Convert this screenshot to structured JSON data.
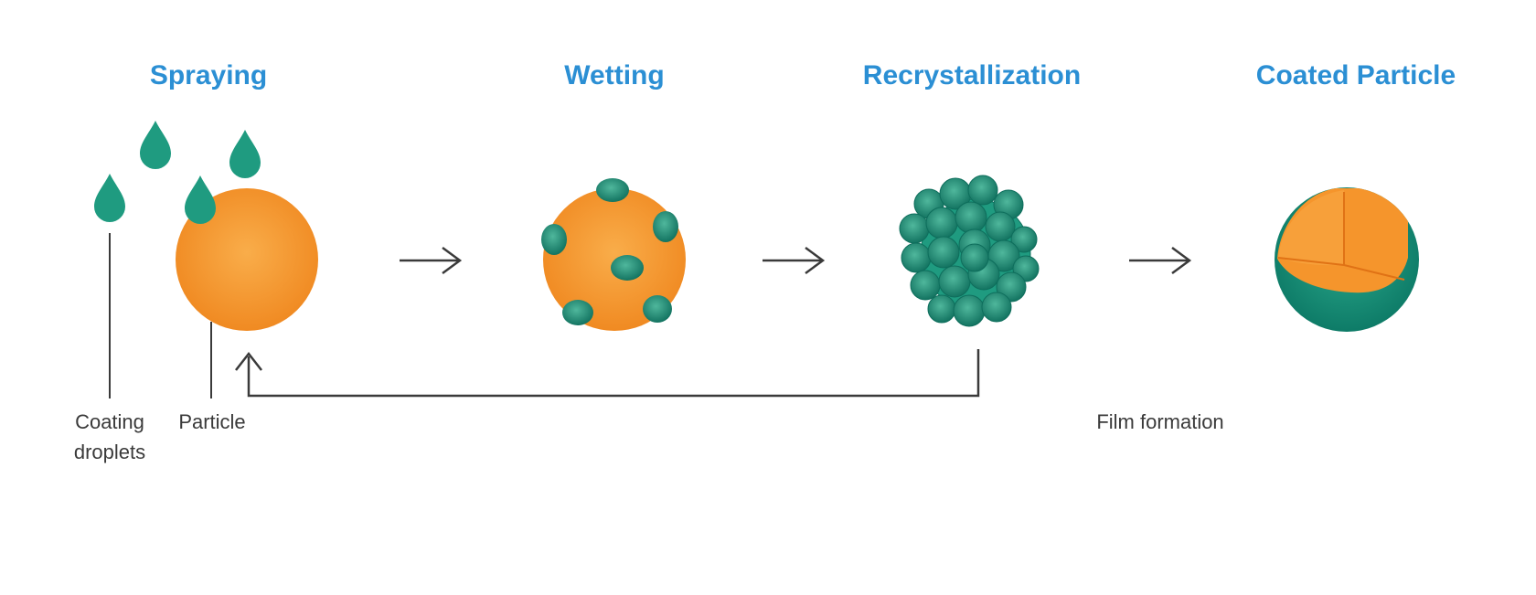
{
  "colors": {
    "title": "#2b8fd4",
    "particle_center": "#f9ad4a",
    "particle_edge": "#f08a22",
    "coating_light": "#4fb79c",
    "coating": "#1f9b80",
    "coating_dark": "#0e6e5c",
    "connector": "#3a3a3a"
  },
  "stages": [
    {
      "title": "Spraying"
    },
    {
      "title": "Wetting"
    },
    {
      "title": "Recrystallization"
    },
    {
      "title": "Coated Particle"
    }
  ],
  "labels": {
    "coating_droplets_line1": "Coating",
    "coating_droplets_line2": "droplets",
    "particle": "Particle",
    "film_formation": "Film formation"
  },
  "icons": {
    "droplet": "teardrop-droplet-icon",
    "arrow": "right-arrow-icon",
    "feedback_arrow": "up-arrow-icon"
  }
}
